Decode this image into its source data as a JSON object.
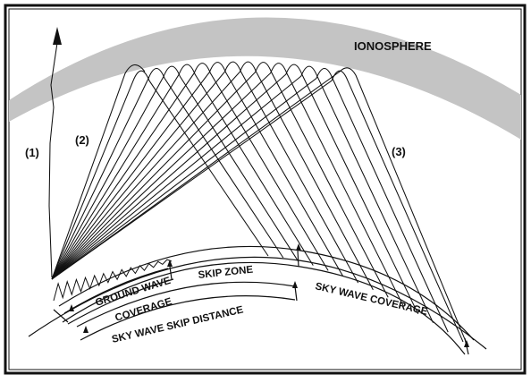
{
  "labels": {
    "ionosphere": "IONOSPHERE",
    "ray_1": "(1)",
    "ray_2": "(2)",
    "ray_3": "(3)",
    "skip_zone": "SKIP ZONE",
    "ground_wave_line1": "GROUND WAVE",
    "ground_wave_line2": "COVERAGE",
    "sky_wave_skip_distance": "SKY WAVE SKIP DISTANCE",
    "sky_wave_coverage": "SKY WAVE COVERAGE"
  },
  "colors": {
    "ionosphere": "#c4c4c4",
    "ink": "#111111",
    "background": "#ffffff"
  }
}
